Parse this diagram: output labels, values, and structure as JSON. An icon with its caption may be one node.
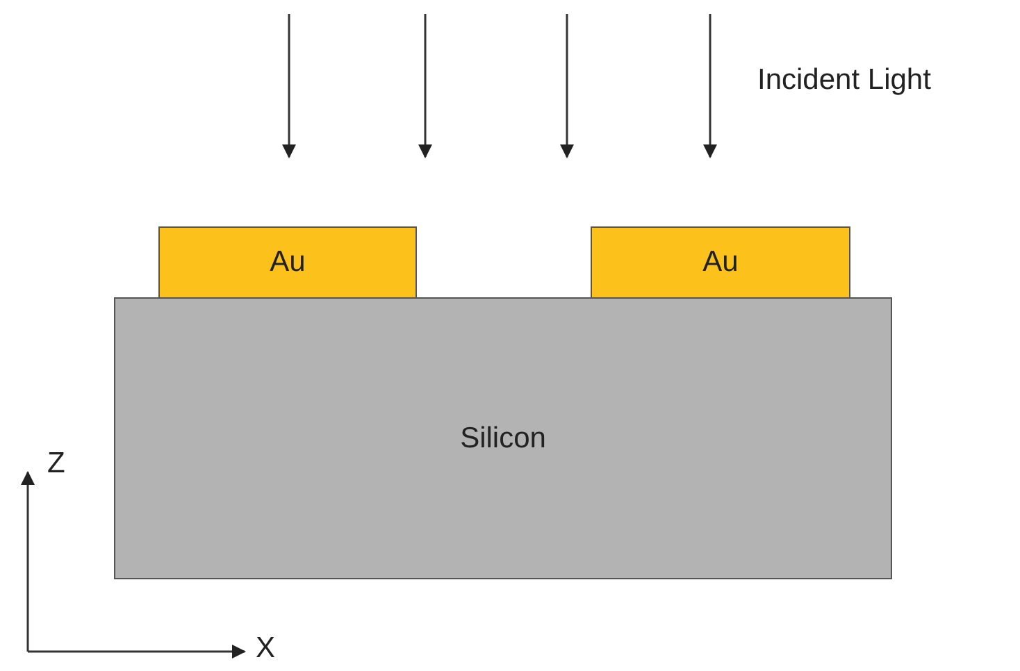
{
  "diagram": {
    "nodes": [
      {
        "text": [
          "Au"
        ]
      },
      {
        "text": [
          "Au"
        ]
      },
      {
        "text": [
          "Silicon"
        ]
      }
    ],
    "labels": [
      "Incident Light",
      "Z",
      "X"
    ]
  }
}
